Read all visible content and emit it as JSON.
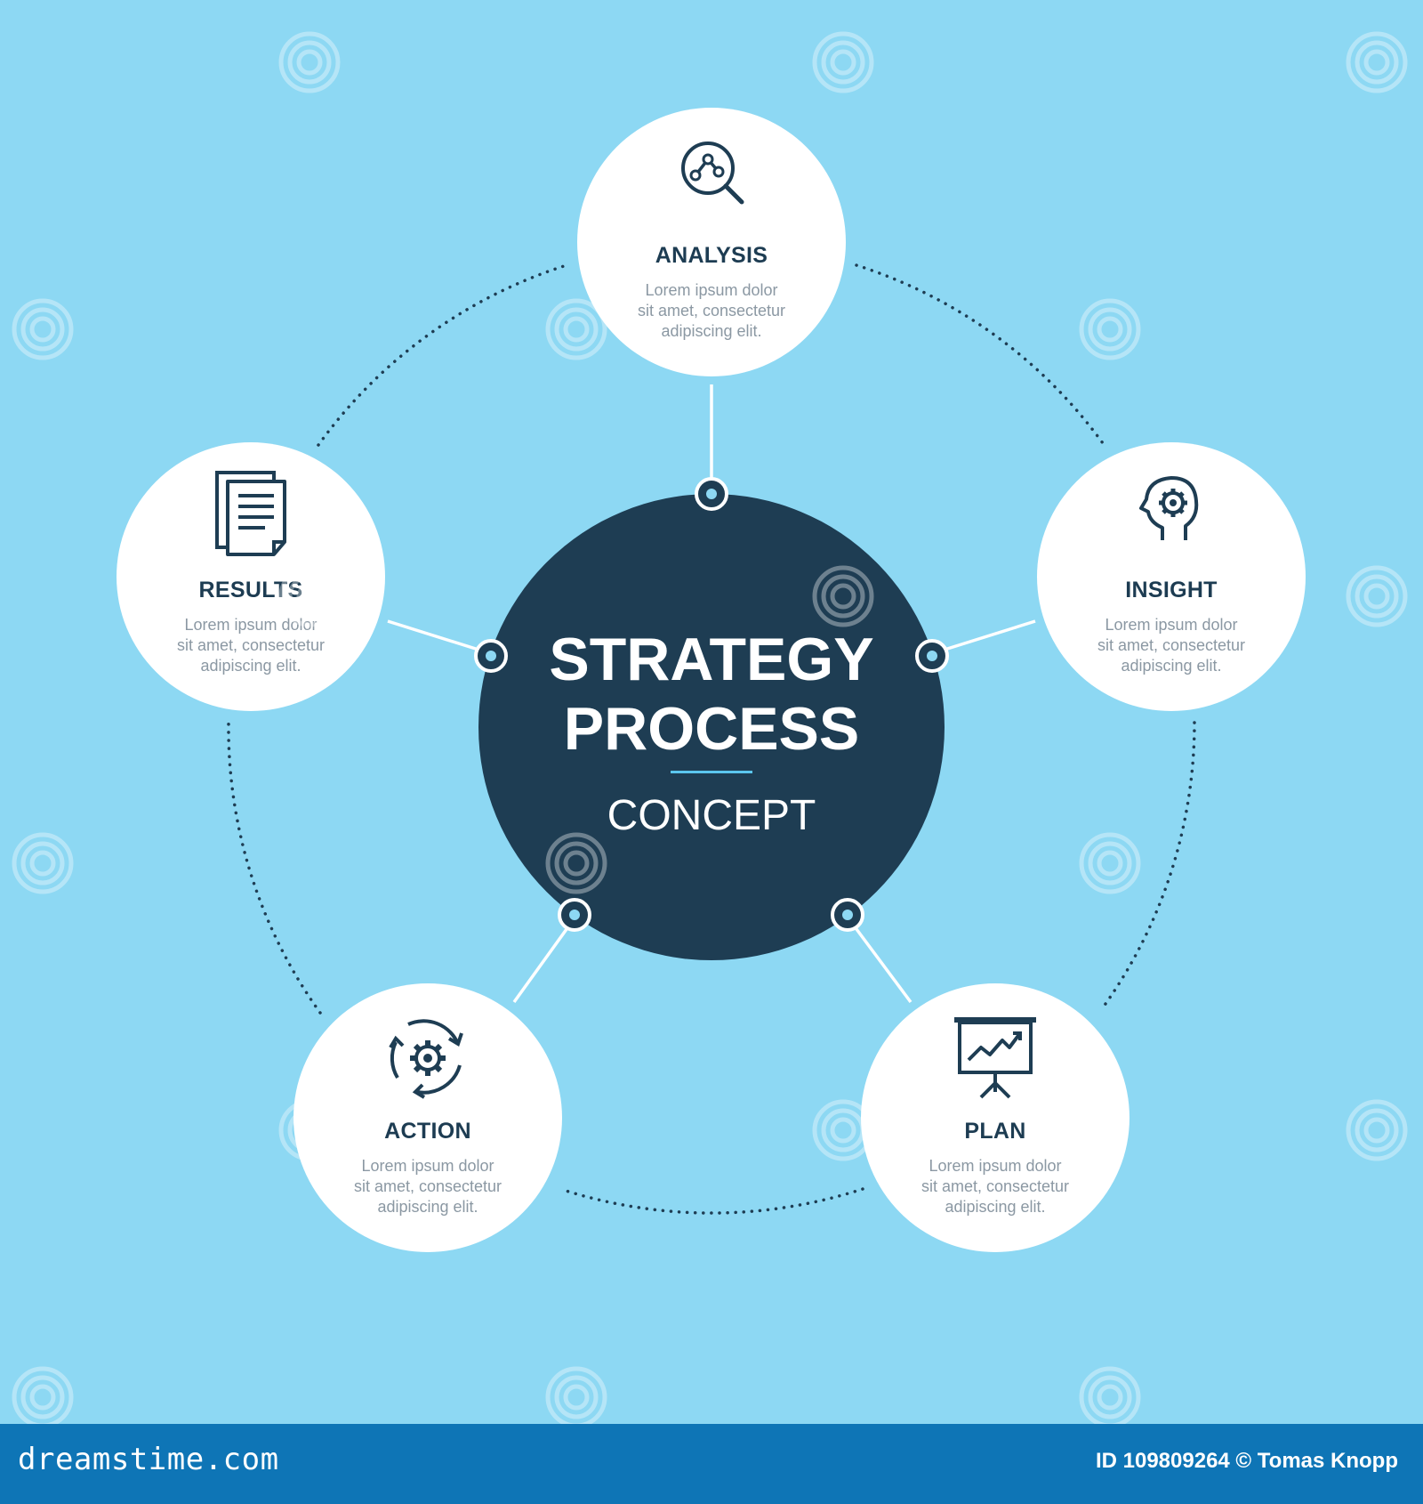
{
  "diagram": {
    "center": {
      "title_line1": "STRATEGY",
      "title_line2": "PROCESS",
      "subtitle": "CONCEPT"
    },
    "steps": [
      {
        "id": "analysis",
        "title": "ANALYSIS",
        "icon": "magnifier-graph-icon",
        "desc": [
          "Lorem ipsum dolor",
          "sit amet, consectetur",
          "adipiscing elit."
        ]
      },
      {
        "id": "insight",
        "title": "INSIGHT",
        "icon": "head-gear-icon",
        "desc": [
          "Lorem ipsum dolor",
          "sit amet, consectetur",
          "adipiscing elit."
        ]
      },
      {
        "id": "plan",
        "title": "PLAN",
        "icon": "presentation-board-icon",
        "desc": [
          "Lorem ipsum dolor",
          "sit amet, consectetur",
          "adipiscing elit."
        ]
      },
      {
        "id": "action",
        "title": "ACTION",
        "icon": "gear-cycle-icon",
        "desc": [
          "Lorem ipsum dolor",
          "sit amet, consectetur",
          "adipiscing elit."
        ]
      },
      {
        "id": "results",
        "title": "RESULTS",
        "icon": "documents-icon",
        "desc": [
          "Lorem ipsum dolor",
          "sit amet, consectetur",
          "adipiscing elit."
        ]
      }
    ]
  },
  "watermark": {
    "text": "dreamstime",
    "footer_logo": "dreamstime.com",
    "credit": "ID 109809264 © Tomas Knopp"
  },
  "colors": {
    "background": "#8dd8f3",
    "navy": "#1e3d53",
    "node_fill": "#ffffff",
    "footer": "#0e75b6",
    "accent_line": "#5bc6ee"
  }
}
